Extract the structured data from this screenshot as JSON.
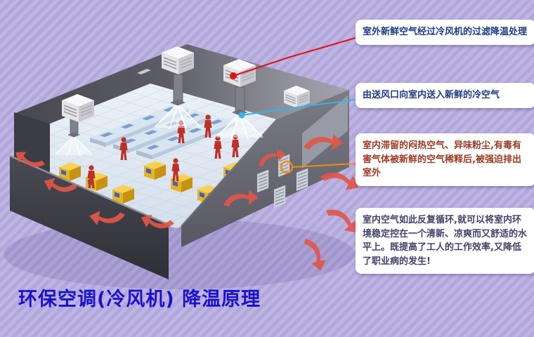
{
  "page": {
    "background_color": "#b4a9dc",
    "background_stripe_color": "#c1b8e6"
  },
  "title": {
    "text": "环保空调(冷风机) 降温原理",
    "color": "#1b12cc"
  },
  "callouts": [
    {
      "id": "fresh-air-filtering",
      "text": "室外新鲜空气经过冷风机的过滤降温处理",
      "text_color": "#1c3a86",
      "connector_color": "#e60f0f",
      "marker": "filled-dot"
    },
    {
      "id": "cold-air-supply",
      "text": "由送风口向室内送入新鲜的冷空气",
      "text_color": "#1c3a86",
      "connector_color": "#2cb8e8",
      "marker": "filled-dot"
    },
    {
      "id": "exhaust-and-dilution",
      "text": "室内滞留的闷热空气、异味粉尘,有毒有害气体被新鲜的空气稀释后,被强迫排出室外",
      "text_color": "#9c3a22",
      "connector_color": "#f28a10",
      "marker": "ring"
    },
    {
      "id": "circulation-benefit",
      "text": "室内空气如此反复循环,就可以将室内环境稳定控在一个清新、凉爽而又舒适的水平上。既提高了工人的工作效率,又降低了职业病的发生!",
      "text_color": "#42426a",
      "connector_color": null,
      "marker": null
    }
  ],
  "illustration": {
    "name": "factory-evaporative-cooling-isometric-cutaway",
    "colors": {
      "roof": "#54545e",
      "walls": "#3f3f48",
      "floor": "#e3ebf4",
      "cooler_unit": "#f2f2f5",
      "machine": "#eebb25",
      "workbench": "#d6e4f0",
      "worker": "#bf2f26",
      "airflow": "#e25648"
    }
  }
}
